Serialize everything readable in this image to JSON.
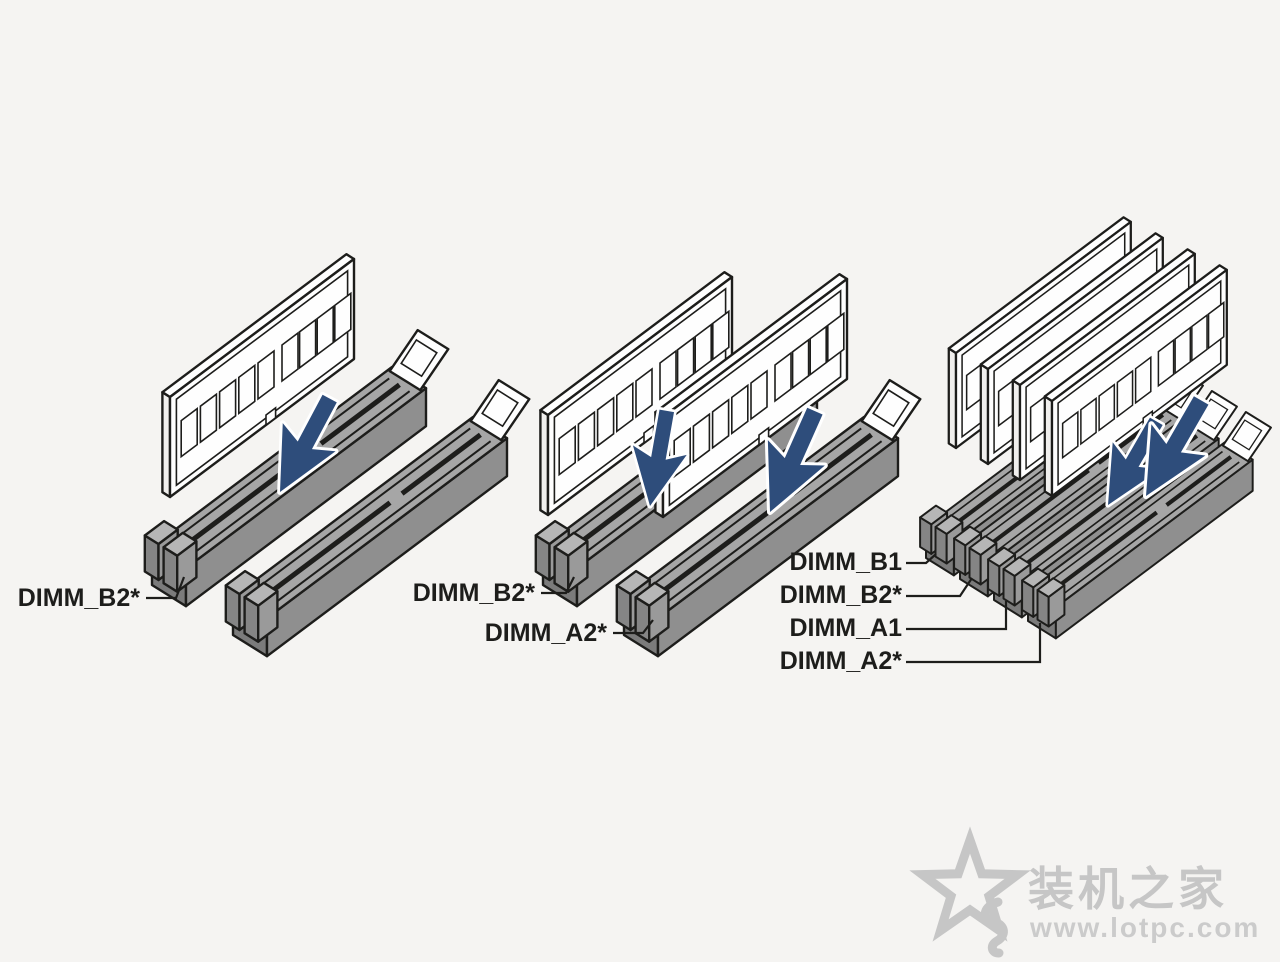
{
  "colors": {
    "background": "#f5f4f2",
    "line": "#1d1d1b",
    "slot-top": "#a6a6a6",
    "slot-side": "#8f8f8f",
    "slot-end": "#7b7b7b",
    "latch-top": "#b6b6b6",
    "latch-front": "#858585",
    "latch-side": "#9a9a9a",
    "card-face": "#fefefe",
    "card-edge": "#f0efed",
    "arrow-blue": "#2e4d7b",
    "watermark-gray": "#c6c6c6",
    "watermark-url-gray": "#cbcbcb"
  },
  "panels": [
    {
      "name": "install-one-dimm",
      "dimm_count": 1,
      "slot_count": 2,
      "labels": [
        {
          "text": "DIMM_B2*"
        }
      ]
    },
    {
      "name": "install-two-dimms",
      "dimm_count": 2,
      "slot_count": 2,
      "labels": [
        {
          "text": "DIMM_B2*"
        },
        {
          "text": "DIMM_A2*"
        }
      ]
    },
    {
      "name": "install-four-dimms",
      "dimm_count": 4,
      "slot_count": 4,
      "labels": [
        {
          "text": "DIMM_B1"
        },
        {
          "text": "DIMM_B2*"
        },
        {
          "text": "DIMM_A1"
        },
        {
          "text": "DIMM_A2*"
        }
      ]
    }
  ],
  "watermark": {
    "icon": "star-logo",
    "brand": "装机之家",
    "url": "www.lotpc.com"
  }
}
